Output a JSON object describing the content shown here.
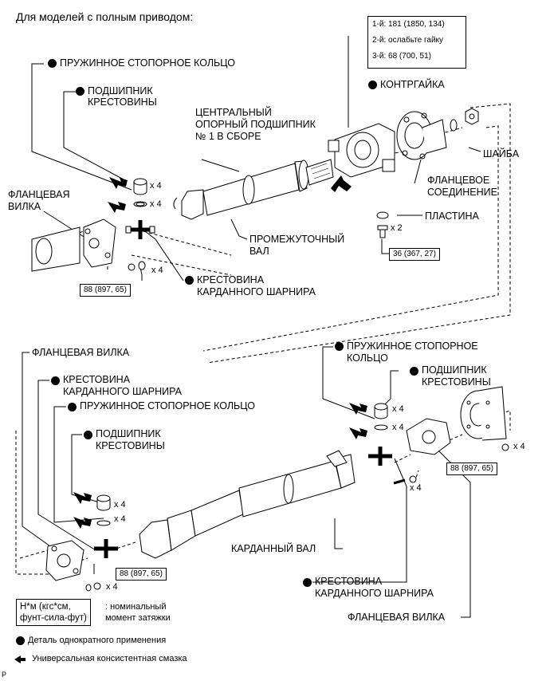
{
  "heading": "Для моделей с полным приводом:",
  "upper": {
    "snap_ring": "ПРУЖИННОЕ СТОПОРНОЕ КОЛЬЦО",
    "spider_bearing": [
      "ПОДШИПНИК",
      "КРЕСТОВИНЫ"
    ],
    "flange_yoke": [
      "ФЛАНЦЕВАЯ",
      "ВИЛКА"
    ],
    "center_bearing": [
      "ЦЕНТРАЛЬНЫЙ",
      "ОПОРНЫЙ ПОДШИПНИК",
      "№ 1 В СБОРЕ"
    ],
    "torque_box": [
      "1-й: 181 (1850, 134)",
      "2-й: ослабьте гайку",
      "3-й: 68 (700, 51)"
    ],
    "locknut": "КОНТРГАЙКА",
    "washer": "ШАЙБА",
    "flange_joint": [
      "ФЛАНЦЕВОЕ",
      "СОЕДИНЕНИЕ"
    ],
    "plate": "ПЛАСТИНА",
    "intermediate_shaft": [
      "ПРОМЕЖУТОЧНЫЙ",
      "ВАЛ"
    ],
    "spider": [
      "КРЕСТОВИНА",
      "КАРДАННОГО ШАРНИРА"
    ],
    "torque_88": "88 (897, 65)",
    "torque_36": "36 (367, 27)",
    "x4": "x 4",
    "x2": "x 2"
  },
  "lower": {
    "flange_yoke": "ФЛАНЦЕВАЯ ВИЛКА",
    "spider": [
      "КРЕСТОВИНА",
      "КАРДАННОГО ШАРНИРА"
    ],
    "snap_ring": "ПРУЖИННОЕ СТОПОРНОЕ КОЛЬЦО",
    "spider_bearing": [
      "ПОДШИПНИК",
      "КРЕСТОВИНЫ"
    ],
    "snap_ring_r": [
      "ПРУЖИННОЕ СТОПОРНОЕ",
      "КОЛЬЦО"
    ],
    "spider_bearing_r": [
      "ПОДШИПНИК",
      "КРЕСТОВИНЫ"
    ],
    "propeller_shaft": "КАРДАННЫЙ ВАЛ",
    "spider_r": [
      "КРЕСТОВИНА",
      "КАРДАННОГО ШАРНИРА"
    ],
    "flange_yoke_r": "ФЛАНЦЕВАЯ ВИЛКА",
    "torque_88": "88 (897, 65)",
    "x4": "x 4"
  },
  "legend": {
    "units": [
      "Н*м (кгс*см,",
      "фунт-сила-фут)"
    ],
    "units_desc": [
      ": номинальный",
      "момент затяжки"
    ],
    "non_reusable": "Деталь однократного применения",
    "grease": "Универсальная консистентная смазка"
  },
  "corner_code": "P"
}
